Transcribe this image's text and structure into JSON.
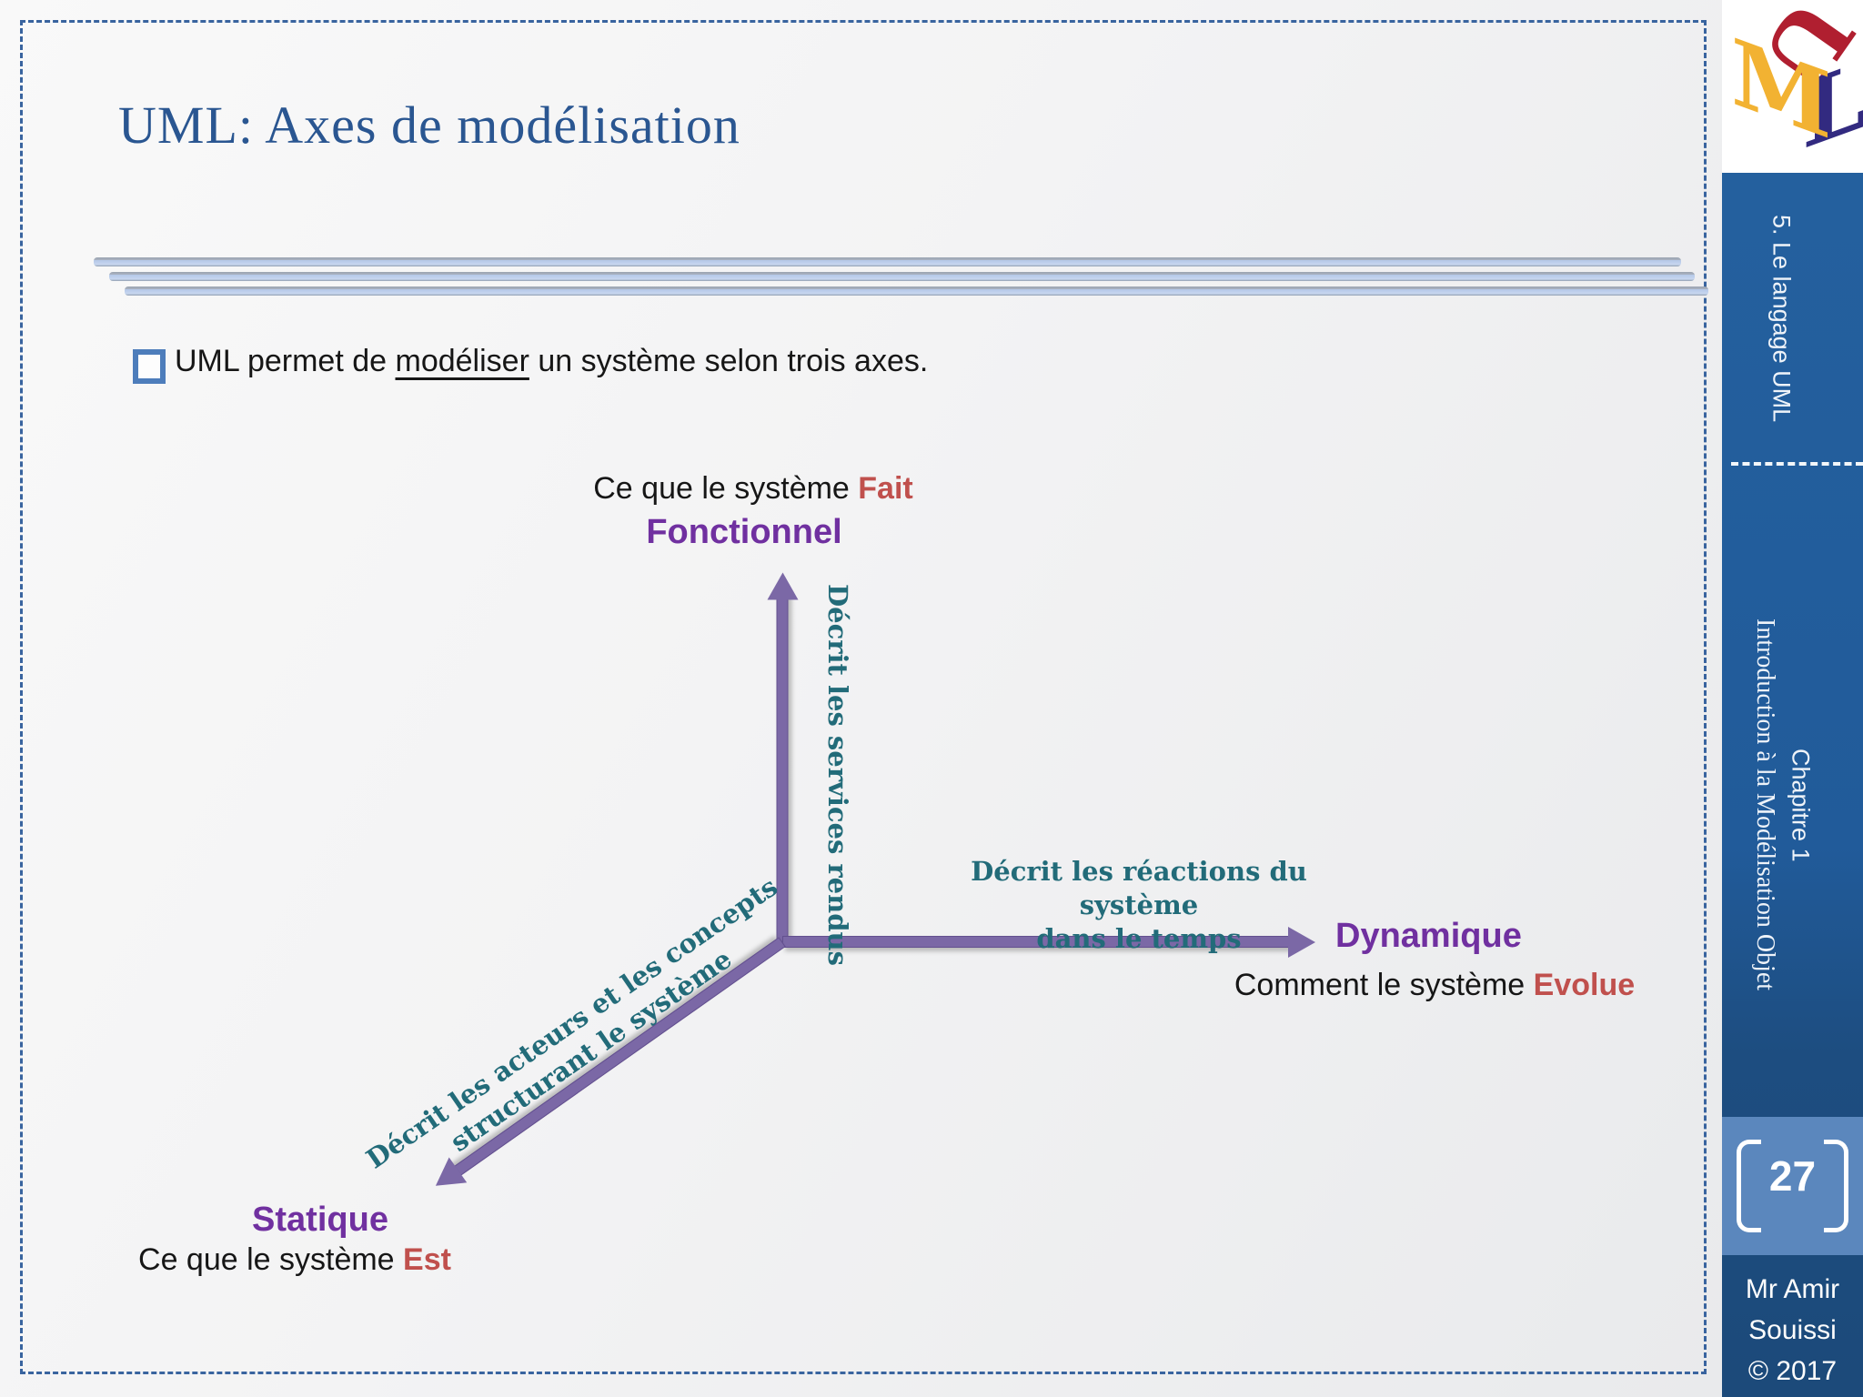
{
  "slide": {
    "title": "UML: Axes de modélisation",
    "bullet": {
      "text_before": "UML permet de ",
      "underlined": "modéliser",
      "text_after": " un système selon trois axes."
    }
  },
  "diagram": {
    "functional_axis": {
      "caption_prefix": "Ce que le système ",
      "caption_highlight": "Fait",
      "name": "Fonctionnel",
      "description": "Décrit les services rendus"
    },
    "dynamic_axis": {
      "name": "Dynamique",
      "caption_prefix": "Comment le système ",
      "caption_highlight": "Evolue",
      "description_line1": "Décrit les réactions du système",
      "description_line2": "dans le temps"
    },
    "static_axis": {
      "name": "Statique",
      "caption_prefix": "Ce que le système ",
      "caption_highlight": "Est",
      "description_line1": "Décrit les acteurs et les concepts",
      "description_line2": "structurant le système"
    }
  },
  "sidebar": {
    "section_label": "5. Le langage UML",
    "chapter_line1": "Chapitre 1",
    "chapter_line2": "Introduction à la Modélisation Objet",
    "page_number": "27",
    "footer_line1": "Mr Amir",
    "footer_line2": "Souissi",
    "footer_line3": "© 2017"
  },
  "logo": {
    "letter_u": "U",
    "letter_m": "M",
    "letter_l": "L"
  },
  "colors": {
    "title_blue": "#2a5691",
    "axis_purple": "#7b68a6",
    "keyword_purple": "#7030a0",
    "highlight_red": "#c0504d",
    "description_teal": "#226b79",
    "sidebar_blue": "#23609e",
    "sidebar_navy": "#1c4a7a",
    "page_box_blue": "#5b87bd",
    "border_dash_blue": "#39649f",
    "logo_red": "#b01f30",
    "logo_yellow": "#f2b232",
    "logo_violet": "#322a80"
  }
}
